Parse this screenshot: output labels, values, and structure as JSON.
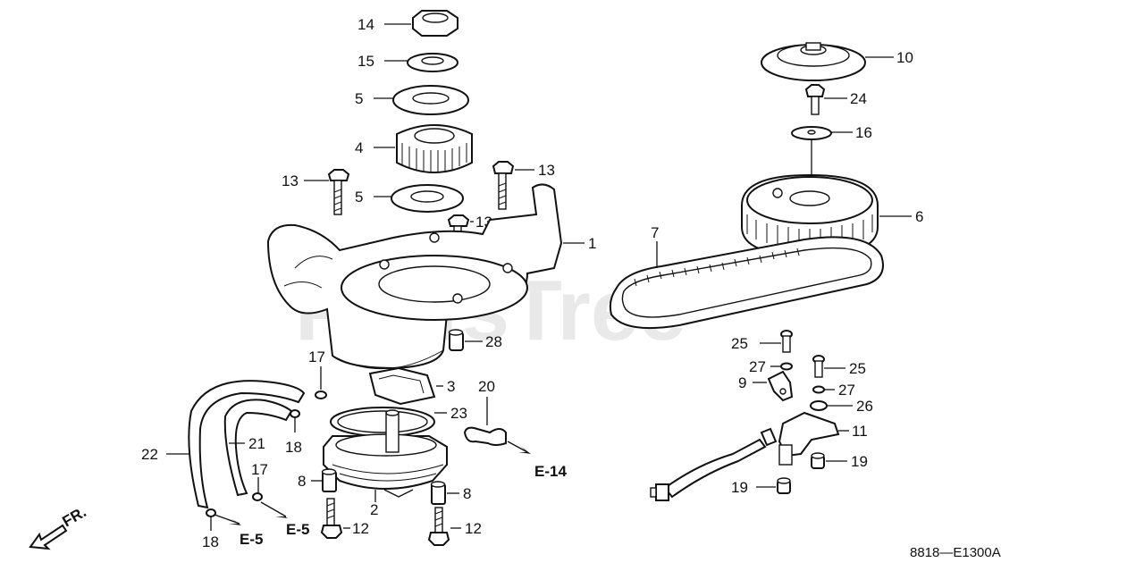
{
  "watermark": "PartsTree",
  "diagram_code": "8818—E1300A",
  "direction_label": "FR.",
  "callouts": {
    "c14": "14",
    "c15": "15",
    "c5a": "5",
    "c4": "4",
    "c13a": "13",
    "c13b": "13",
    "c5b": "5",
    "c13c": "13",
    "c1": "1",
    "c28": "28",
    "c17a": "17",
    "c3": "3",
    "c20": "20",
    "c23": "23",
    "c22": "22",
    "c21": "21",
    "c18a": "18",
    "c17b": "17",
    "c8a": "8",
    "c2": "2",
    "c8b": "8",
    "c12a": "12",
    "c12b": "12",
    "c18b": "18",
    "c10": "10",
    "c24": "24",
    "c16": "16",
    "c6": "6",
    "c7": "7",
    "c25a": "25",
    "c25b": "25",
    "c27a": "27",
    "c9": "9",
    "c27b": "27",
    "c26": "26",
    "c11": "11",
    "c19a": "19",
    "c19b": "19"
  },
  "refs": {
    "e14": "E-14",
    "e5a": "E-5",
    "e5b": "E-5"
  }
}
